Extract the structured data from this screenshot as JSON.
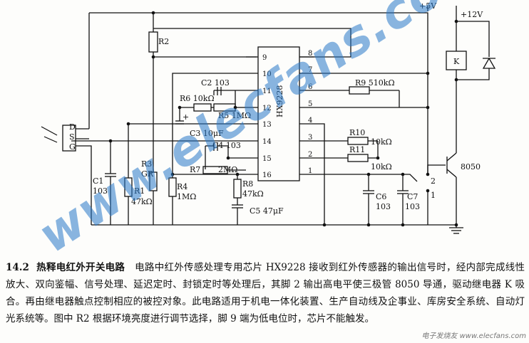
{
  "labels": {
    "r2": "R2",
    "c2": "C2 103",
    "r6": "R6 10kΩ",
    "r5": "R5 1MΩ",
    "c3": "C3 10μF",
    "c4": "C4 103",
    "r7": "R7",
    "r7v": "2MΩ",
    "r8a": "R8",
    "r8b": "47kΩ",
    "c5": "C5 47μF",
    "c1a": "C1",
    "c1b": "103",
    "r1a": "R1",
    "r1b": "47kΩ",
    "r3a": "R3",
    "r3b": "GR",
    "r4a": "R4",
    "r4b": "1MΩ",
    "r9": "R9 510kΩ",
    "r10": "R10",
    "r10v": "10kΩ",
    "r11": "R11",
    "r11v": "10kΩ",
    "c6a": "C6",
    "c6b": "103",
    "c7a": "C7",
    "c7b": "103",
    "chip": "HX9228",
    "plus5v": "+5V",
    "plus12v": "+12V",
    "relay": "K",
    "transistor": "8050",
    "sensor_d": "D",
    "sensor_s": "S",
    "sensor_g": "G",
    "switch_2": "2",
    "switch_1": "1",
    "c3_plus": "+"
  },
  "pins_left": [
    "9",
    "10",
    "11",
    "12",
    "13",
    "14",
    "15",
    "16"
  ],
  "pins_right": [
    "8",
    "7",
    "6",
    "5",
    "4",
    "3",
    "2",
    "1"
  ],
  "caption": {
    "number": "14.2",
    "title": "热释电红外开关电路",
    "body": "电路中红外传感处理专用芯片 HX9228 接收到红外传感器的输出信号时，经内部完成线性放大、双向鉴幅、信号处理、延迟定时、封锁定时等处理后，其脚 2 输出高电平使三极管 8050 导通，驱动继电器 K 吸合。再由继电器触点控制相应的被控对象。此电路适用于机电一体化装置、生产自动线及企事业、库房安全系统、自动灯光系统等。图中 R2 根据环境亮度进行调节选择，脚 9 端为低电位时，芯片不能触发。"
  },
  "watermark": "www.elecfans.com",
  "corner_mark": "电子发烧友 www.elecfans.com"
}
